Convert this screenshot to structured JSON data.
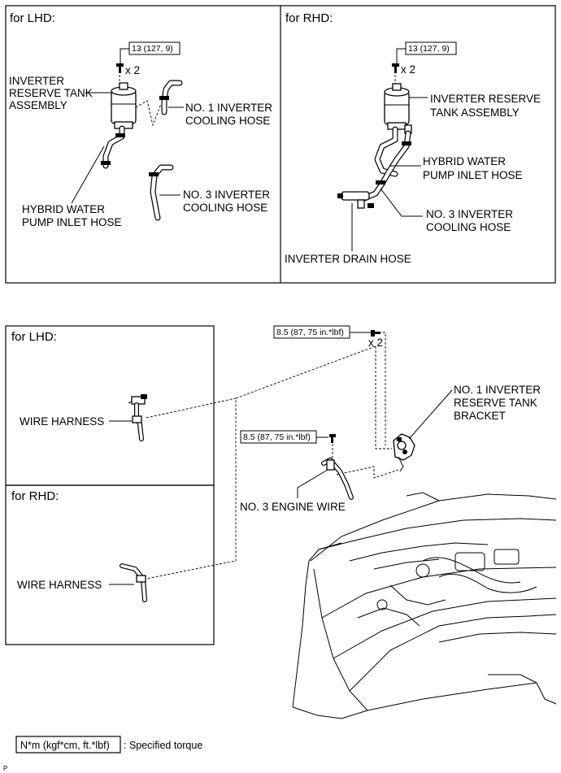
{
  "top_panels": {
    "lhd": {
      "header": "for LHD:",
      "torque": "13 (127, 9)",
      "qty": "x 2",
      "labels": {
        "tank": [
          "INVERTER",
          "RESERVE TANK",
          "ASSEMBLY"
        ],
        "hose1": [
          "NO. 1 INVERTER",
          "COOLING HOSE"
        ],
        "pump": [
          "HYBRID WATER",
          "PUMP INLET HOSE"
        ],
        "hose3": [
          "NO. 3 INVERTER",
          "COOLING HOSE"
        ]
      }
    },
    "rhd": {
      "header": "for RHD:",
      "torque": "13 (127, 9)",
      "qty": "x 2",
      "labels": {
        "tank": [
          "INVERTER RESERVE",
          "TANK ASSEMBLY"
        ],
        "pump": [
          "HYBRID WATER",
          "PUMP INLET HOSE"
        ],
        "hose3": [
          "NO. 3 INVERTER",
          "COOLING HOSE"
        ],
        "drain": "INVERTER DRAIN HOSE"
      }
    }
  },
  "bottom": {
    "lhd": {
      "header": "for LHD:",
      "label": "WIRE HARNESS"
    },
    "rhd": {
      "header": "for RHD:",
      "label": "WIRE HARNESS"
    },
    "torque_top": "8.5 (87, 75 in.*lbf)",
    "qty": "x 2",
    "bracket_label": [
      "NO. 1 INVERTER",
      "RESERVE TANK",
      "BRACKET"
    ],
    "torque_mid": "8.5 (87, 75 in.*lbf)",
    "engine_wire_label": "NO. 3 ENGINE WIRE"
  },
  "legend": {
    "unit_box": "N*m (kgf*cm, ft.*lbf)",
    "desc": ": Specified torque"
  },
  "corner_mark": "P"
}
